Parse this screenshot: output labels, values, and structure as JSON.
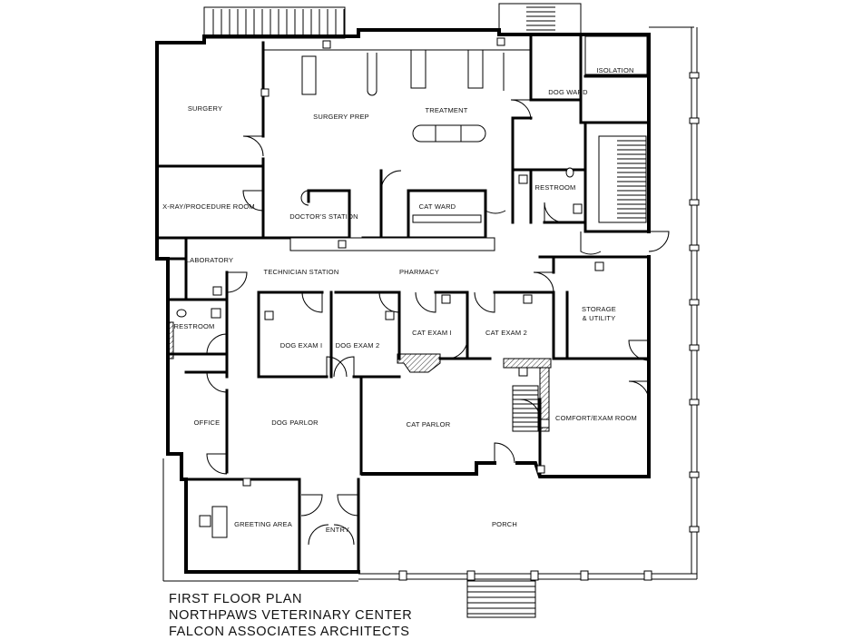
{
  "rooms": {
    "surgery": "SURGERY",
    "surgery_prep": "SURGERY PREP",
    "treatment": "TREATMENT",
    "dog_ward": "DOG WARD",
    "isolation": "ISOLATION",
    "xray": "X-RAY/PROCEDURE ROOM",
    "doctors_station": "DOCTOR'S STATION",
    "cat_ward": "CAT WARD",
    "restroom_upper": "RESTROOM",
    "laboratory": "LABORATORY",
    "technician_station": "TECHNICIAN STATION",
    "pharmacy": "PHARMACY",
    "restroom_lower": "RESTROOM",
    "dog_exam_1": "DOG EXAM I",
    "dog_exam_2": "DOG EXAM 2",
    "cat_exam_1": "CAT EXAM I",
    "cat_exam_2": "CAT EXAM 2",
    "storage_utility_1": "STORAGE",
    "storage_utility_2": "& UTILITY",
    "office": "OFFICE",
    "dog_parlor": "DOG PARLOR",
    "cat_parlor": "CAT PARLOR",
    "comfort_exam": "COMFORT/EXAM ROOM",
    "greeting_area": "GREETING AREA",
    "entry": "ENTRY",
    "porch": "PORCH"
  },
  "title_block": {
    "line1": "FIRST FLOOR PLAN",
    "line2": "NORTHPAWS VETERINARY CENTER",
    "line3": "FALCON ASSOCIATES ARCHITECTS"
  }
}
